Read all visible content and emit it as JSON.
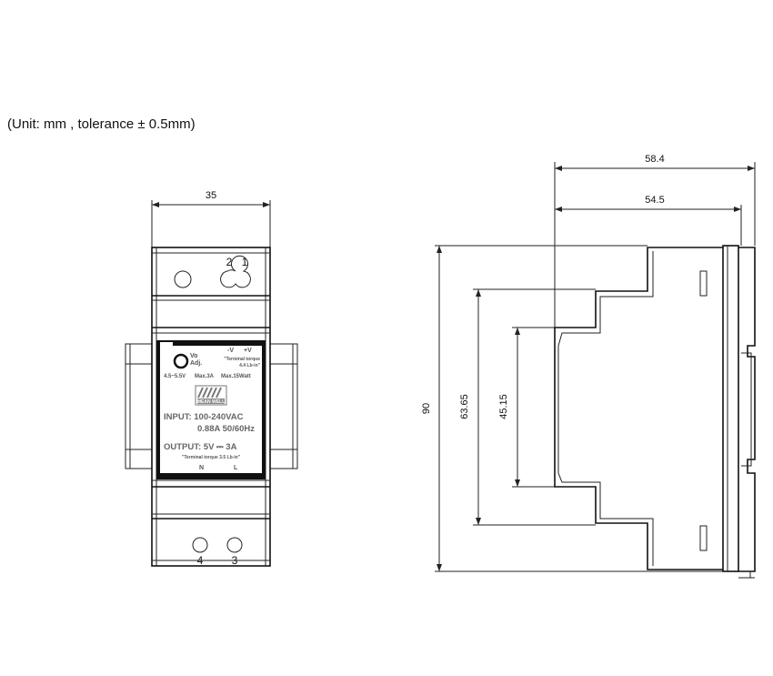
{
  "header": {
    "unit_note": "(Unit: mm , tolerance ± 0.5mm)"
  },
  "front_view": {
    "width_dim": "35",
    "terminals_top": [
      "2",
      "1"
    ],
    "terminals_bottom": [
      "4",
      "3"
    ],
    "label": {
      "vo_adj_1": "Vo",
      "vo_adj_2": "Adj.",
      "polarity_neg": "-V",
      "polarity_pos": "+V",
      "torque_top_1": "\"Terminal torque",
      "torque_top_2": "4.4 Lb-in\"",
      "voltage_range": "4.5~5.5V",
      "max_current": "Max.3A",
      "max_power": "Max.15Watt",
      "brand": "MEAN WELL",
      "input_1": "INPUT: 100-240VAC",
      "input_2": "0.88A  50/60Hz",
      "output": "OUTPUT:  5V ⎓ 3A",
      "torque_bottom": "\"Terminal torque 3.5 Lb-in\"",
      "n": "N",
      "l": "L"
    }
  },
  "side_view": {
    "depth_total": "58.4",
    "depth_body": "54.5",
    "height_total": "90",
    "height_mid": "63.65",
    "height_inner": "45.15"
  }
}
